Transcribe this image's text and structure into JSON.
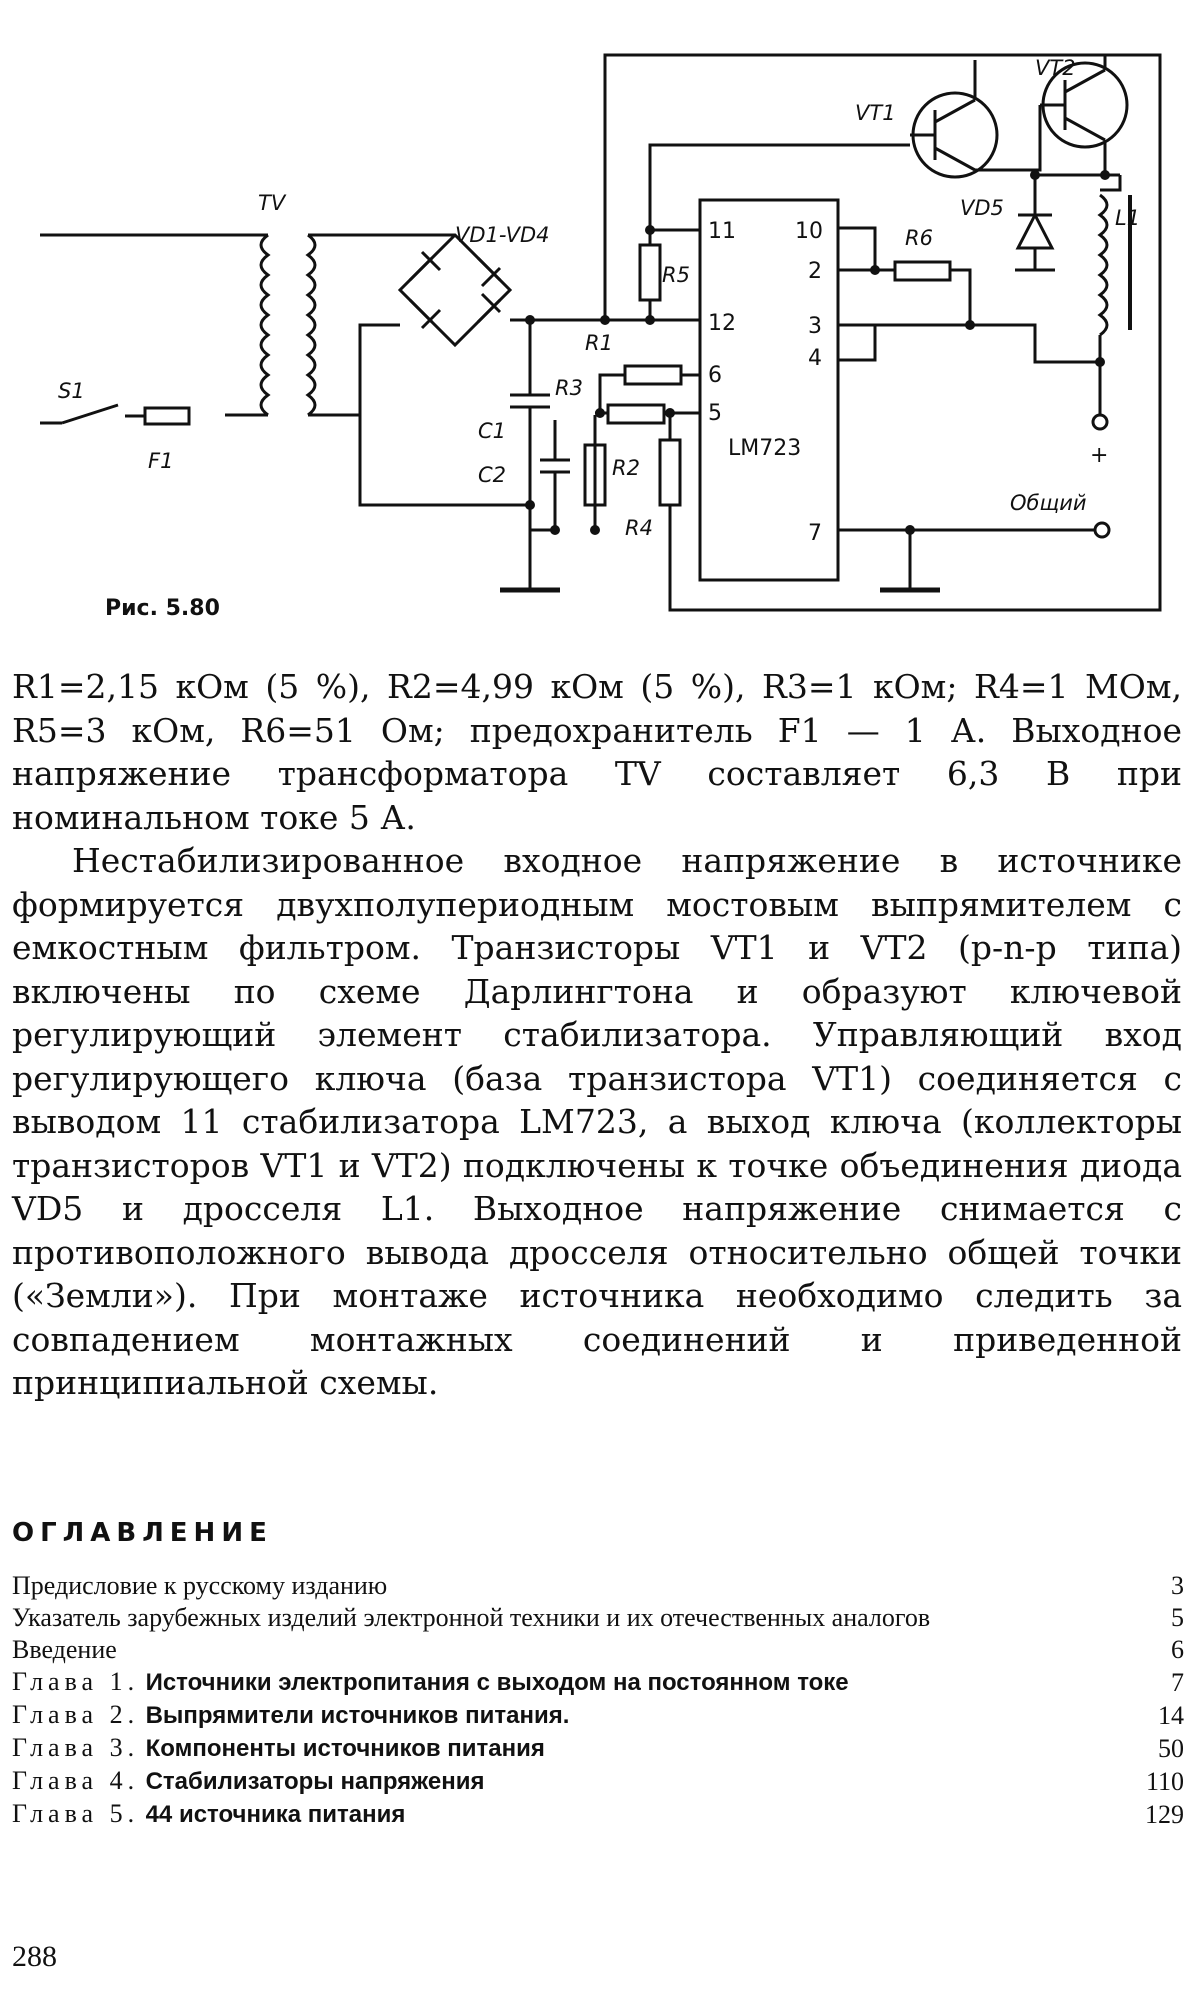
{
  "figure": {
    "caption": "Рис. 5.80",
    "labels": {
      "tv": "TV",
      "vd14": "VD1-VD4",
      "vt1": "VT1",
      "vt2": "VT2",
      "vd5": "VD5",
      "l1": "L1",
      "r1": "R1",
      "r2": "R2",
      "r3": "R3",
      "r4": "R4",
      "r5": "R5",
      "r6": "R6",
      "c1": "C1",
      "c2": "C2",
      "s1": "S1",
      "f1": "F1",
      "chip": "LM723",
      "plus": "+",
      "common": "Общий",
      "pins": [
        "11",
        "10",
        "2",
        "12",
        "3",
        "4",
        "6",
        "5",
        "7"
      ]
    }
  },
  "body": {
    "p1": "R1=2,15 кОм (5 %), R2=4,99 кОм (5 %), R3=1 кОм; R4=1 МОм, R5=3 кОм, R6=51 Ом; предохранитель F1 — 1 А. Выходное напряжение трансформатора TV составляет 6,3 В при номинальном токе 5 А.",
    "p2": "Нестабилизированное входное напряжение в источнике формируется двухполупериодным мостовым выпрямителем с емкостным фильтром. Транзисторы VT1 и VT2 (р-n-р типа) включены по схеме Дарлингтона и образуют ключевой регулирующий элемент стабилизатора. Управляющий вход регулирующего ключа (база транзистора VT1) соединяется с выводом 11 стабилизатора LM723, а выход ключа (коллекторы транзисторов VT1 и VT2) подключены к точке объединения диода VD5 и дросселя L1. Выходное напряжение снимается с противоположного вывода дросселя относительно общей точки («Земли»). При монтаже источника необходимо следить за совпадением монтажных соединений и приведенной принципиальной схемы."
  },
  "toc": {
    "title": "ОГЛАВЛЕНИЕ",
    "items": [
      {
        "text": "Предисловие к русскому изданию",
        "page": "3"
      },
      {
        "text": "Указатель зарубежных изделий электронной техники и их отечественных аналогов",
        "page": "5"
      },
      {
        "text": "Введение",
        "page": "6"
      },
      {
        "prefix": "Глава 1.",
        "text": "Источники электропитания с выходом на постоянном токе",
        "page": "7"
      },
      {
        "prefix": "Глава 2.",
        "text": "Выпрямители источников питания.",
        "page": "14"
      },
      {
        "prefix": "Глава 3.",
        "text": "Компоненты источников питания",
        "page": "50"
      },
      {
        "prefix": "Глава 4.",
        "text": "Стабилизаторы напряжения",
        "page": "110"
      },
      {
        "prefix": "Глава 5.",
        "text": "44 источника питания",
        "page": "129"
      }
    ]
  },
  "page_number": "288"
}
